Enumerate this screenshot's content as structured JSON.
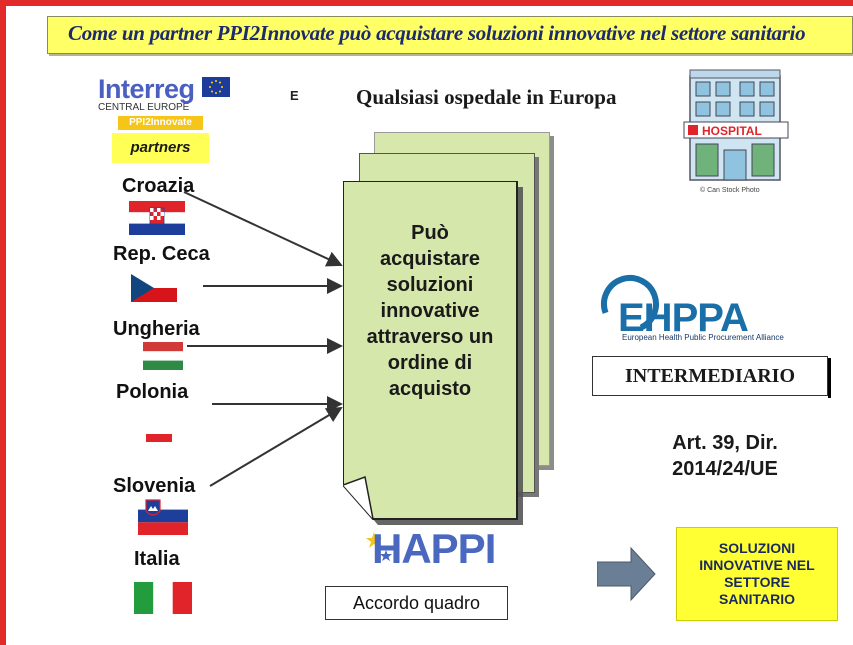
{
  "header": {
    "title": "Come un partner PPI2Innovate può acquistare soluzioni innovative nel settore sanitario",
    "subtitle": "Qualsiasi ospedale in Europa",
    "small_label": "E"
  },
  "logos": {
    "interreg_word": "Interreg",
    "interreg_sub": "CENTRAL EUROPE",
    "ppi_badge": "PPI2Innovate",
    "partners": "partners",
    "hospital_sign": "HOSPITAL",
    "hospital_caption": "© Can Stock Photo",
    "ehppa_word": "EHPPA",
    "ehppa_sub": "European Health Public Procurement Alliance",
    "happi_word": "HAPPI"
  },
  "countries": [
    {
      "name": "Croazia",
      "flag": "croatia"
    },
    {
      "name": "Rep. Ceca",
      "flag": "czech"
    },
    {
      "name": "Ungheria",
      "flag": "hungary"
    },
    {
      "name": "Polonia",
      "flag": "poland"
    },
    {
      "name": "Slovenia",
      "flag": "slovenia"
    },
    {
      "name": "Italia",
      "flag": "italy"
    }
  ],
  "document": {
    "lines": [
      "Può",
      "acquistare",
      "soluzioni",
      "innovative",
      "attraverso un",
      "ordine di",
      "acquisto"
    ]
  },
  "intermediary": {
    "label": "INTERMEDIARIO",
    "article_line1": "Art. 39, Dir.",
    "article_line2": "2014/24/UE"
  },
  "framework": {
    "label": "Accordo quadro"
  },
  "outcome": {
    "lines": [
      "SOLUZIONI",
      "INNOVATIVE NEL",
      "SETTORE",
      "SANITARIO"
    ]
  },
  "colors": {
    "frame_red": "#e32a2a",
    "banner_yellow": "#ffff66",
    "doc_green": "#d6e7ac",
    "outcome_yellow": "#ffff33",
    "arrow_blue": "#6a7f95"
  }
}
